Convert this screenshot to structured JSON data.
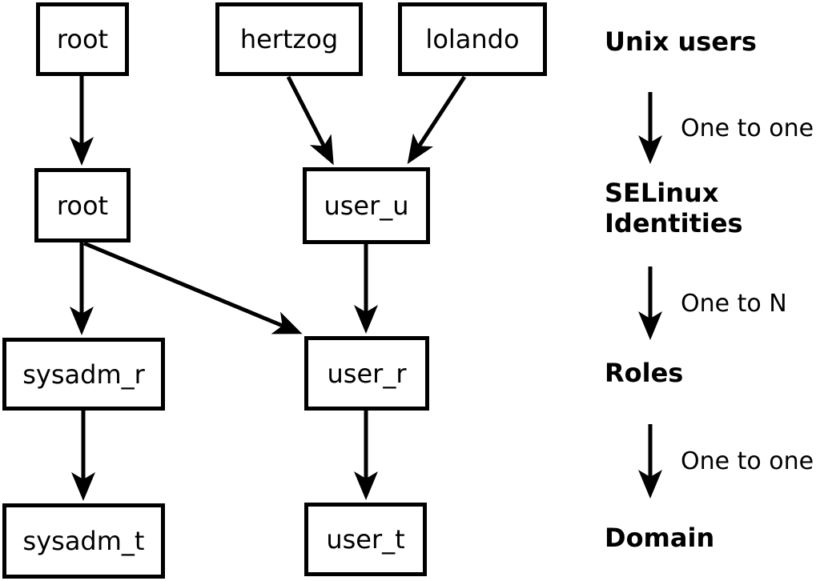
{
  "diagram": {
    "boxes": [
      {
        "id": "unix-root",
        "label": "root"
      },
      {
        "id": "unix-hertzog",
        "label": "hertzog"
      },
      {
        "id": "unix-lolando",
        "label": "lolando"
      },
      {
        "id": "selinux-root",
        "label": "root"
      },
      {
        "id": "selinux-user-u",
        "label": "user_u"
      },
      {
        "id": "role-sysadm-r",
        "label": "sysadm_r"
      },
      {
        "id": "role-user-r",
        "label": "user_r"
      },
      {
        "id": "domain-sysadm-t",
        "label": "sysadm_t"
      },
      {
        "id": "domain-user-t",
        "label": "user_t"
      }
    ],
    "edges": [
      {
        "from": "unix-root",
        "to": "selinux-root"
      },
      {
        "from": "unix-hertzog",
        "to": "selinux-user-u"
      },
      {
        "from": "unix-lolando",
        "to": "selinux-user-u"
      },
      {
        "from": "selinux-root",
        "to": "role-sysadm-r"
      },
      {
        "from": "selinux-root",
        "to": "role-user-r"
      },
      {
        "from": "selinux-user-u",
        "to": "role-user-r"
      },
      {
        "from": "role-sysadm-r",
        "to": "domain-sysadm-t"
      },
      {
        "from": "role-user-r",
        "to": "domain-user-t"
      }
    ],
    "legend": {
      "level1": "Unix users",
      "mapping1": "One to one",
      "level2": "SELinux Identities",
      "mapping2": "One to N",
      "level3": "Roles",
      "mapping3": "One to one",
      "level4": "Domain"
    },
    "colors": {
      "foreground": "#000000",
      "background": "#ffffff"
    }
  }
}
